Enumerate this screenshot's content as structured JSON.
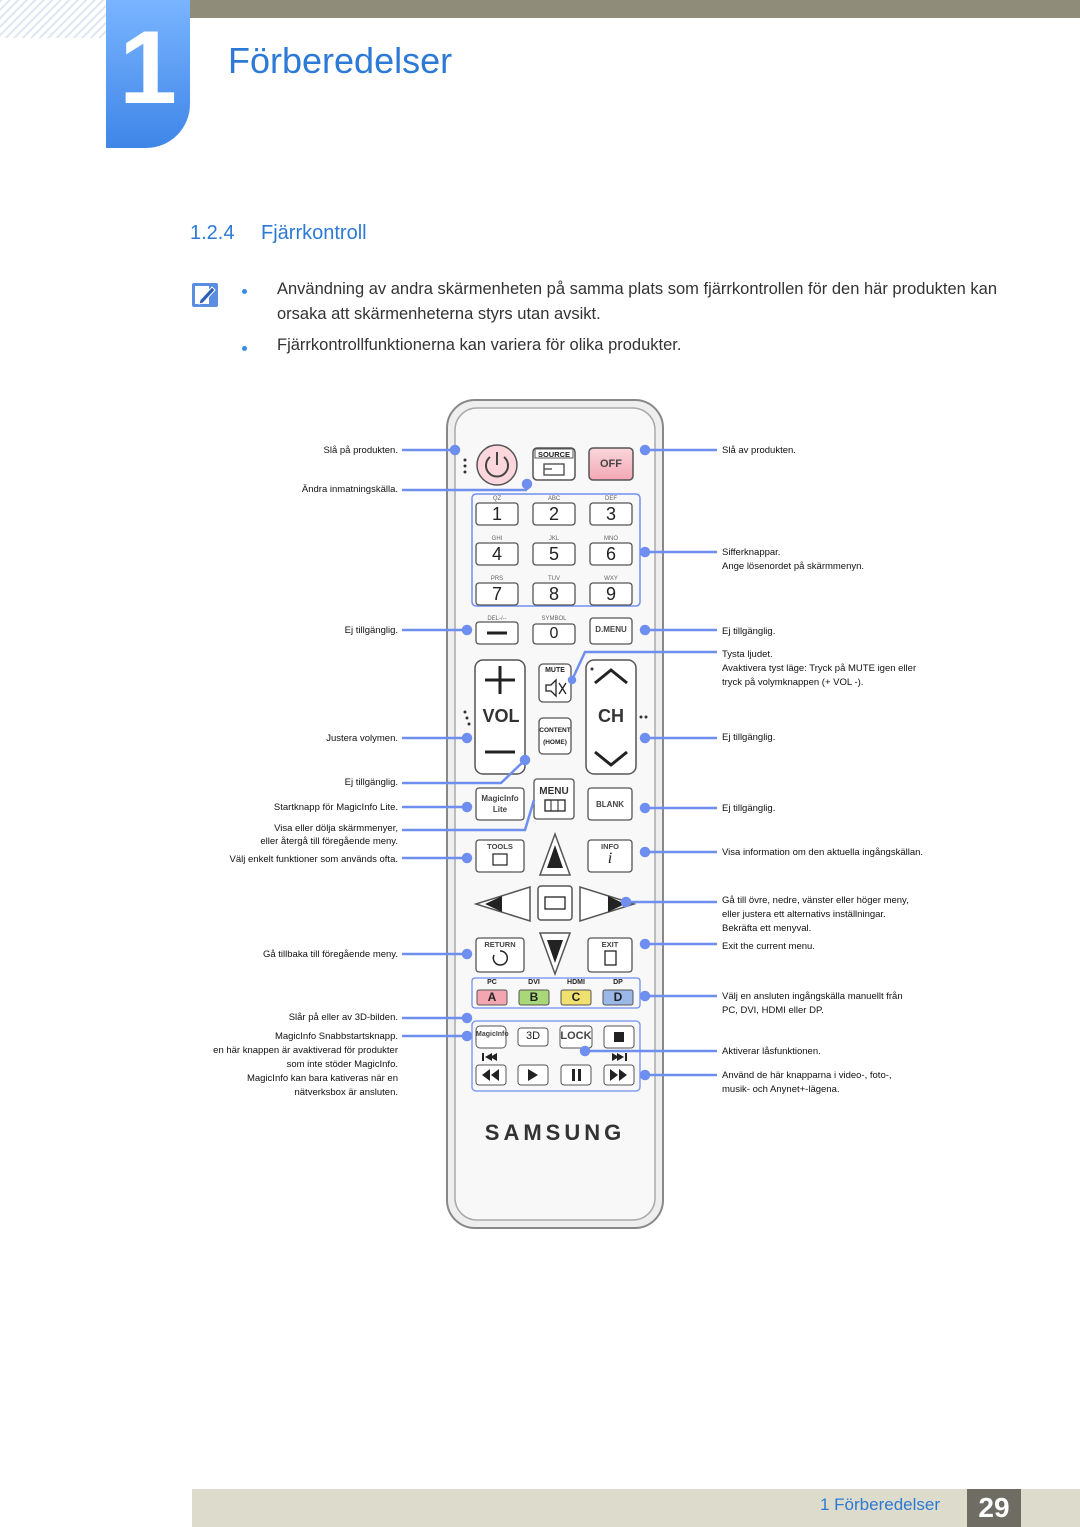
{
  "chapter": {
    "number": "1",
    "title": "Förberedelser"
  },
  "section": {
    "number": "1.2.4",
    "title": "Fjärrkontroll"
  },
  "notes": {
    "note1_line1": "Användning av andra skärmenheten på samma plats som fjärrkontrollen för den här produkten kan",
    "note1_line2": "orsaka att skärmenheterna styrs utan avsikt.",
    "note2": "Fjärrkontrollfunktionerna kan variera för olika produkter."
  },
  "left_callouts": {
    "power_on": "Slå på produkten.",
    "source": "Ändra inmatningskälla.",
    "not_available_1": "Ej tillgänglig.",
    "volume": "Justera volymen.",
    "not_available_2": "Ej tillgänglig.",
    "magicinfo_lite": "Startknapp för MagicInfo Lite.",
    "menu_line1": "Visa eller dölja skärmmenyer,",
    "menu_line2": "eller återgå till föregående meny.",
    "tools": "Välj enkelt funktioner som används ofta.",
    "return": "Gå tillbaka till föregående meny.",
    "3d": "Slår på eller av 3D-bilden.",
    "magicinfo_line1": "MagicInfo Snabbstartsknapp.",
    "magicinfo_line2": "en här knappen är avaktiverad för produkter",
    "magicinfo_line3": "som inte stöder MagicInfo.",
    "magicinfo_line4": "MagicInfo kan bara kativeras när en",
    "magicinfo_line5": "nätverksbox är ansluten."
  },
  "right_callouts": {
    "power_off": "Slå av produkten.",
    "numbers_line1": "Sifferknappar.",
    "numbers_line2": "Ange lösenordet på skärmmenyn.",
    "not_available_1": "Ej tillgänglig.",
    "mute_line1": "Tysta ljudet.",
    "mute_line2": "Avaktivera tyst läge: Tryck på MUTE igen eller",
    "mute_line3": "tryck på volymknappen (+  VOL  -).",
    "not_available_2": "Ej tillgänglig.",
    "not_available_3": "Ej tillgänglig.",
    "info": "Visa information om den aktuella ingångskällan.",
    "nav_line1": "Gå till övre, nedre, vänster eller höger meny,",
    "nav_line2": "eller justera ett alternativs inställningar.",
    "nav_line3": "Bekräfta ett menyval.",
    "exit": "Exit the current menu.",
    "input_line1": "Välj en ansluten ingångskälla manuellt från",
    "input_line2": "PC, DVI, HDMI eller DP.",
    "lock": "Aktiverar låsfunktionen.",
    "media_line1": "Använd de här knapparna i video-, foto-,",
    "media_line2": "musik- och Anynet+-lägena."
  },
  "remote": {
    "source": "SOURCE",
    "off": "OFF",
    "letters": [
      "QZ",
      "ABC",
      "DEF",
      "GHI",
      "JKL",
      "MNO",
      "PRS",
      "TUV",
      "WXY"
    ],
    "digits": [
      "1",
      "2",
      "3",
      "4",
      "5",
      "6",
      "7",
      "8",
      "9",
      "0"
    ],
    "del": "DEL-/--",
    "symbol": "SYMBOL",
    "dmenu": "D.MENU",
    "mute": "MUTE",
    "vol": "VOL",
    "ch": "CH",
    "content": "CONTENT",
    "home": "(HOME)",
    "magicinfo": "MagicInfo",
    "lite": "Lite",
    "menu": "MENU",
    "blank": "BLANK",
    "tools": "TOOLS",
    "info": "INFO",
    "return": "RETURN",
    "exit": "EXIT",
    "input_labels": [
      "PC",
      "DVI",
      "HDMI",
      "DP"
    ],
    "color_keys": [
      "A",
      "B",
      "C",
      "D"
    ],
    "magicinfo_small": "MagicInfo",
    "three_d": "3D",
    "lock": "LOCK",
    "brand": "SAMSUNG"
  },
  "colors": {
    "accent_blue": "#2c7ad6",
    "callout_line": "#6f8ff0",
    "key_a": "#f4a6b0",
    "key_b": "#a8d878",
    "key_c": "#f0e070",
    "key_d": "#9ab8e8"
  },
  "footer": {
    "chapter_label": "1 Förberedelser",
    "page": "29"
  }
}
